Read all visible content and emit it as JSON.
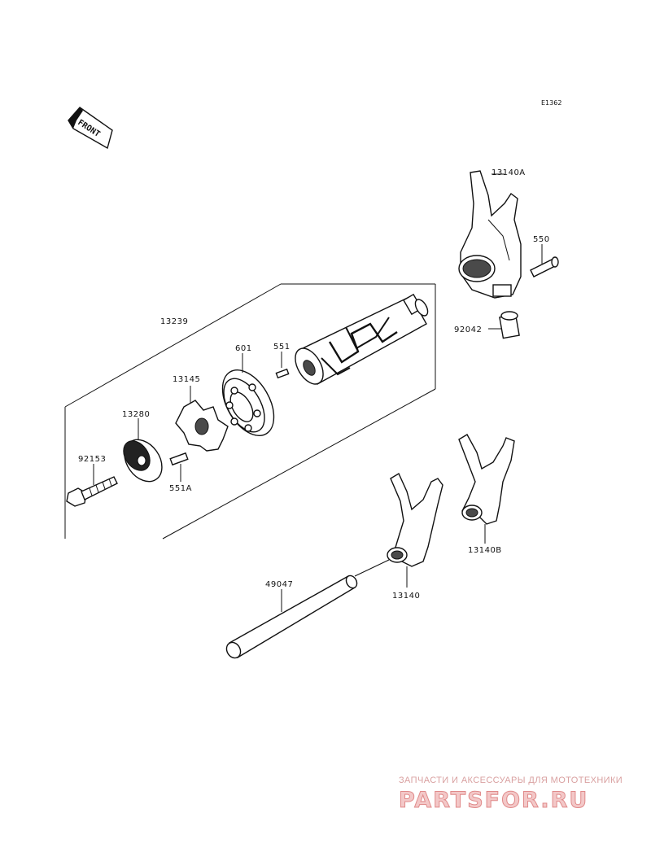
{
  "diagram_code": "E1362",
  "front_label": "FRONT",
  "parts": {
    "shift_fork_a": "13140A",
    "pin_550": "550",
    "collar_92042": "92042",
    "shift_drum_assy": "13239",
    "bearing_601": "601",
    "pin_551": "551",
    "pin_holder_13145": "13145",
    "plate_13280": "13280",
    "bolt_92153": "92153",
    "pin_551a": "551A",
    "shift_fork_b": "13140B",
    "shaft_49047": "49047",
    "shift_fork": "13140"
  },
  "watermark": {
    "tagline": "ЗАПЧАСТИ И АКСЕССУАРЫ ДЛЯ МОТОТЕХНИКИ",
    "logo": "PARTSFOR.RU"
  }
}
